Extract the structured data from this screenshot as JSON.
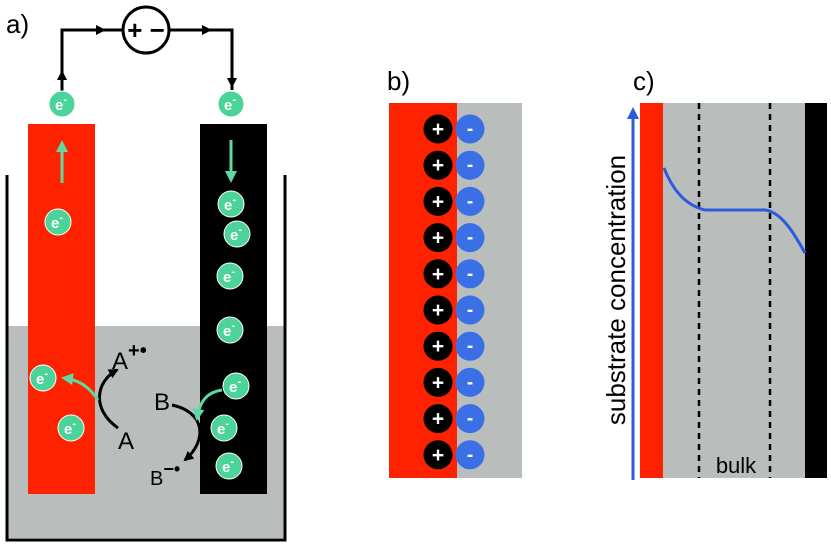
{
  "colors": {
    "anode": "#ff2200",
    "cathode": "#000000",
    "electrolyte": "#b9bdbc",
    "electron": "#4bd39a",
    "electron_arrow": "#5fd9a2",
    "anion": "#3a6fe6",
    "concentration_curve": "#2d5be0",
    "concentration_axis": "#2d5be0"
  },
  "panel_a": {
    "label": "a)",
    "power_source_symbol": "+ −",
    "electron_label": "e",
    "electron_superscript": "-",
    "species_a_product": "A",
    "species_a_product_charge": "+•",
    "species_a": "A",
    "species_b": "B",
    "species_b_product": "B",
    "species_b_product_charge": "−•"
  },
  "panel_b": {
    "label": "b)",
    "cation_sign": "+",
    "anion_sign": "-",
    "ion_pair_count": 10
  },
  "panel_c": {
    "label": "c)",
    "axis_label": "substrate concentration",
    "bulk_label": "bulk"
  }
}
